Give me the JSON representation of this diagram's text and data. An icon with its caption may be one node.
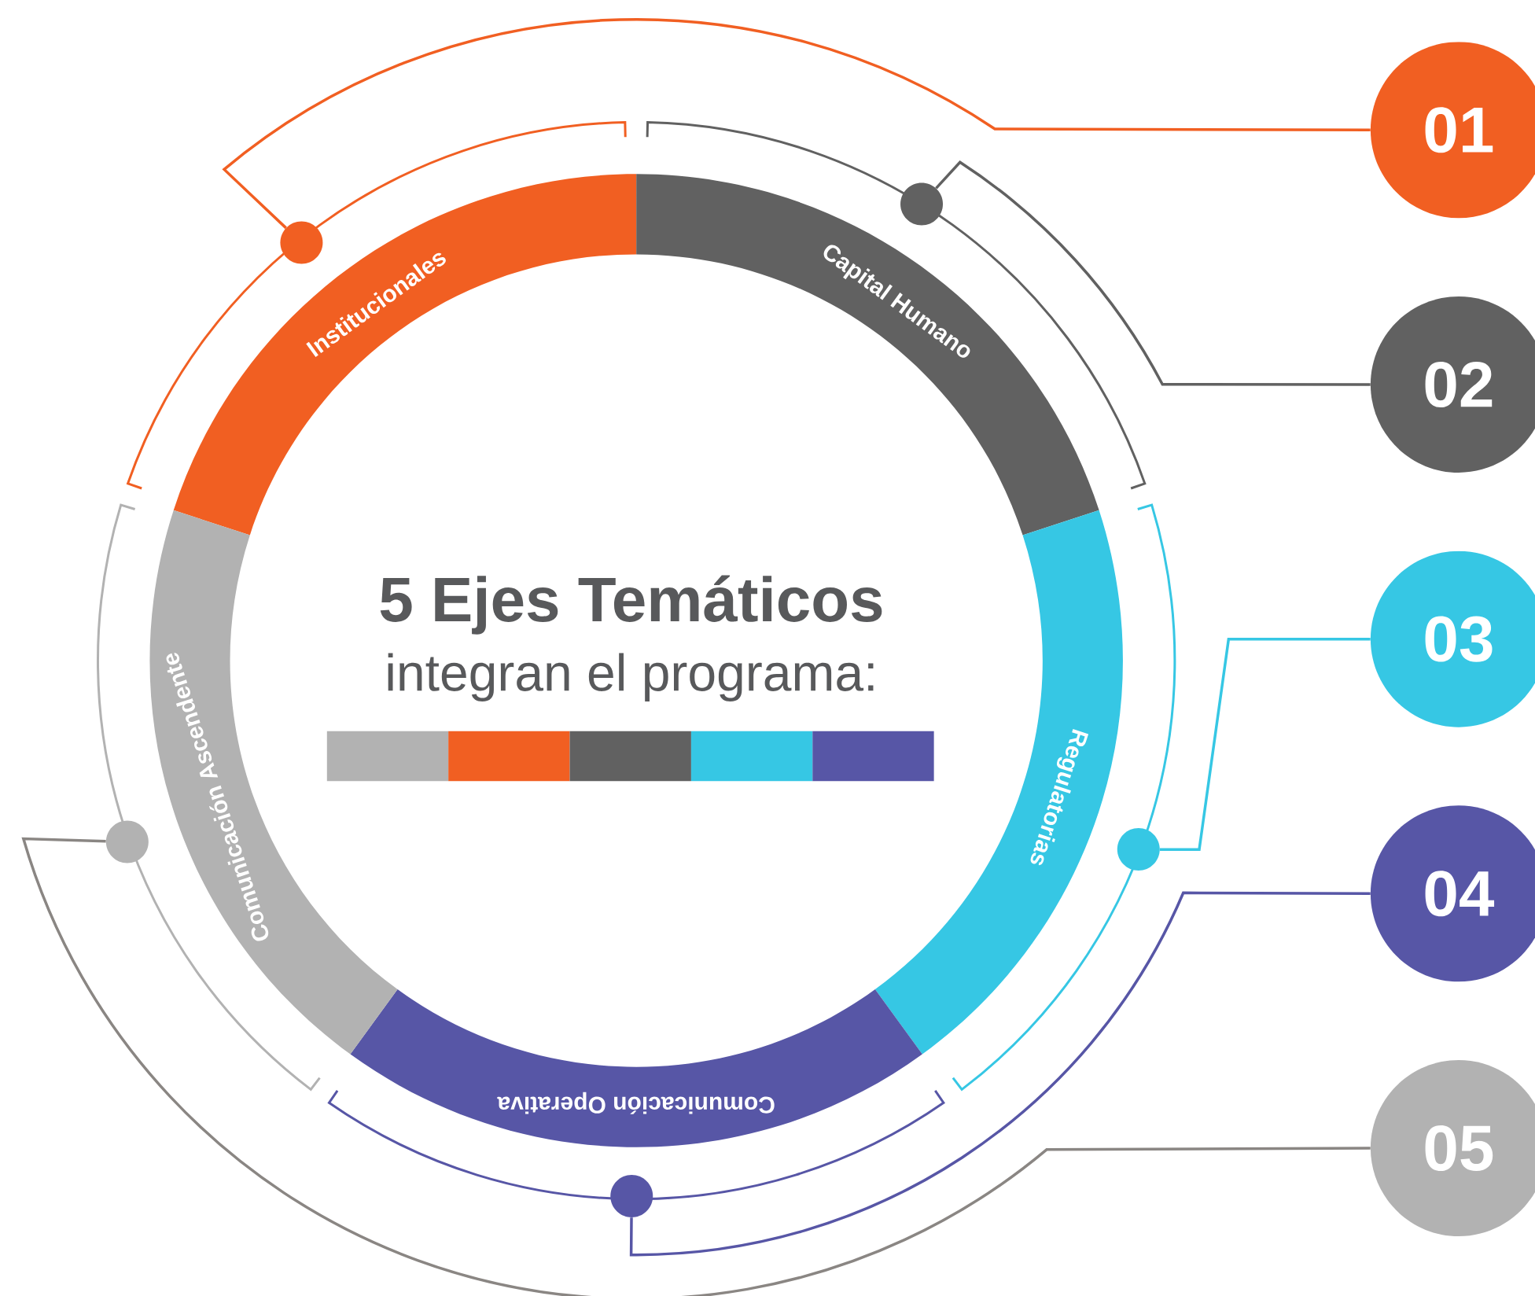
{
  "diagram": {
    "title": "5 Ejes Temáticos",
    "nodes": [
      {
        "text": [
          "Institucionales"
        ]
      },
      {
        "text": [
          "Capital Humano"
        ]
      },
      {
        "text": [
          "Regulatorias"
        ]
      },
      {
        "text": [
          "Comunicación Operativa"
        ]
      },
      {
        "text": [
          "Comunicación Ascendente"
        ]
      },
      {
        "text": [
          "01"
        ]
      },
      {
        "text": [
          "02"
        ]
      },
      {
        "text": [
          "03"
        ]
      },
      {
        "text": [
          "04"
        ]
      },
      {
        "text": [
          "05"
        ]
      },
      {
        "text": [],
        "shape": "circle"
      },
      {
        "text": [],
        "shape": "circle"
      },
      {
        "text": [],
        "shape": "circle"
      },
      {
        "text": [],
        "shape": "circle"
      },
      {
        "text": [],
        "shape": "circle"
      }
    ],
    "edges": [
      {
        "from": 5,
        "to": 10,
        "arrow": "none",
        "color": "#f15f22"
      },
      {
        "from": 6,
        "to": 11,
        "arrow": "none",
        "color": "#616161"
      },
      {
        "from": 7,
        "to": 12,
        "arrow": "none",
        "color": "#36c7e4"
      },
      {
        "from": 8,
        "to": 13,
        "arrow": "none",
        "color": "#5756a6"
      },
      {
        "from": 9,
        "to": 14,
        "arrow": "none",
        "color": "#8a8683"
      }
    ],
    "labels": [
      "integran el programa:"
    ]
  }
}
